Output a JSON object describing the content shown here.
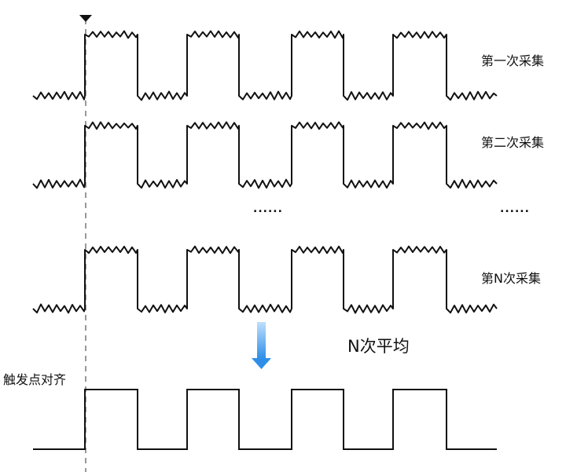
{
  "labels": {
    "acq1": "第一次采集",
    "acq2": "第二次采集",
    "acqN": "第N次采集",
    "ellipsis": "......",
    "average": "N次平均",
    "trigger": "触发点对齐"
  },
  "colors": {
    "line": "#111111",
    "arrow": "#2f8fe8",
    "dash": "#555555"
  },
  "icons": {
    "trigger_marker": "down-triangle-icon",
    "arrow": "down-arrow-icon"
  }
}
